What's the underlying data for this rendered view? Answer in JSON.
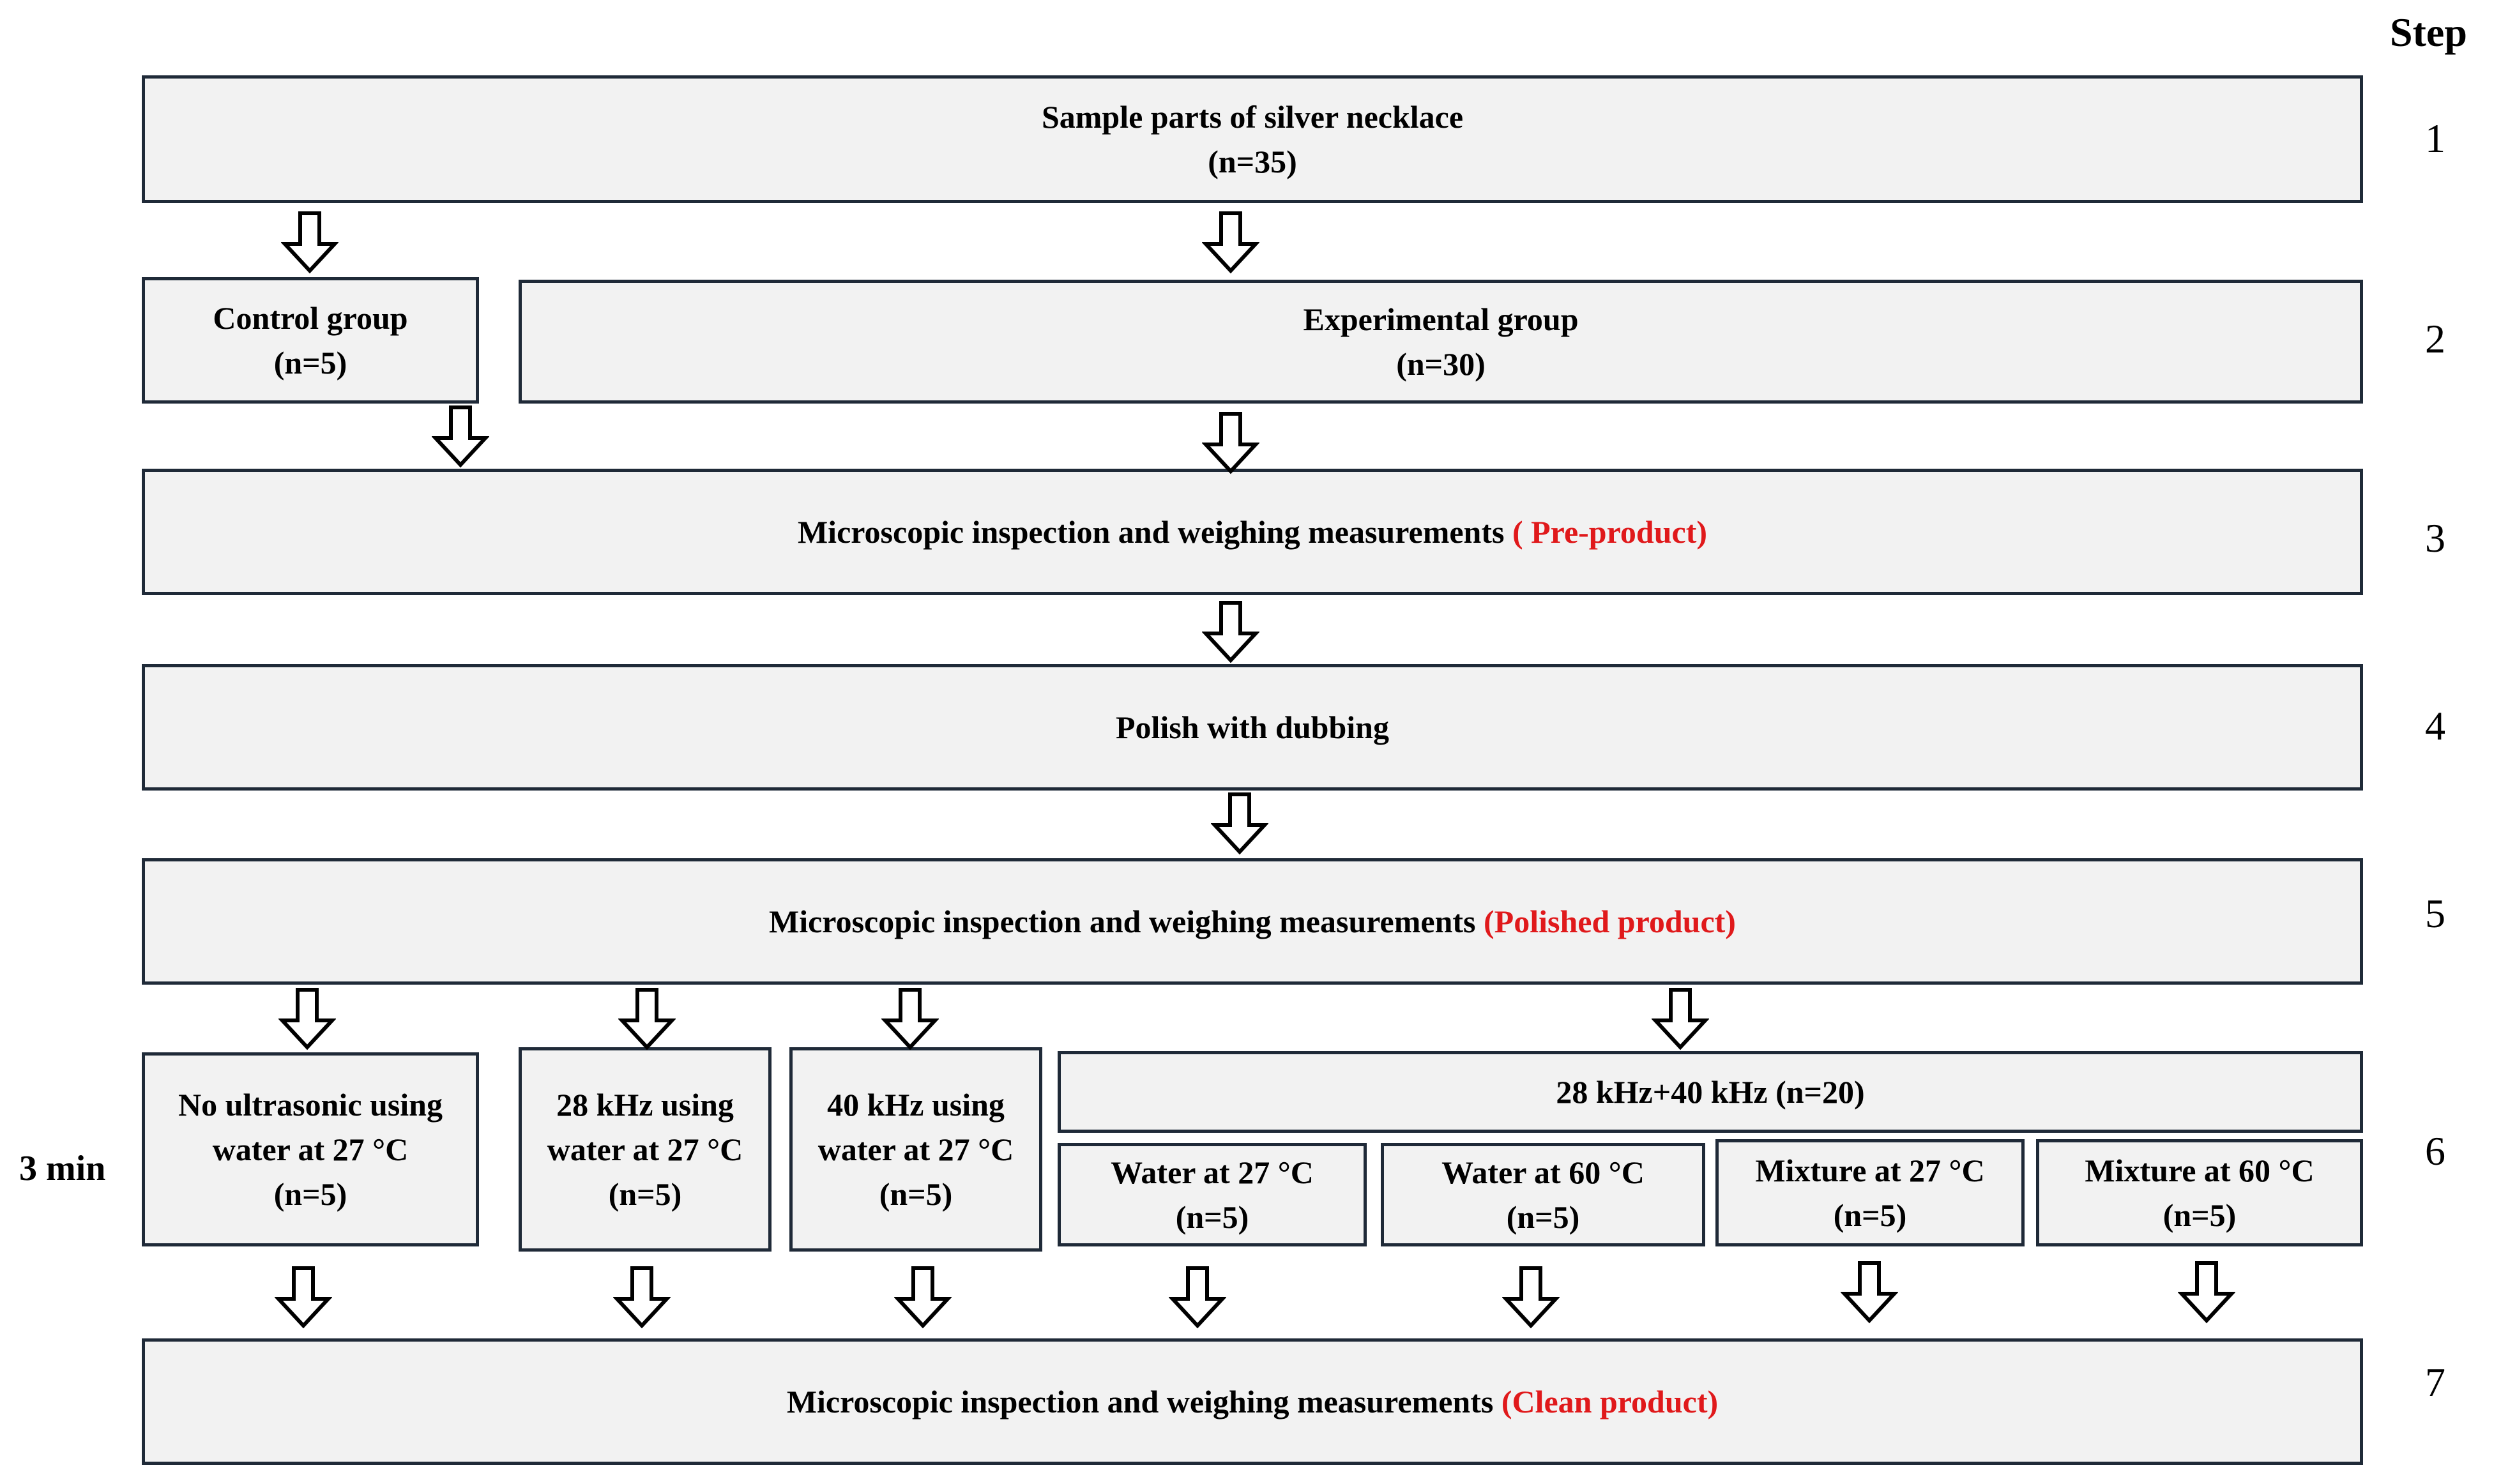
{
  "step_header": "Step",
  "time_label": "3 min",
  "steps": [
    "1",
    "2",
    "3",
    "4",
    "5",
    "6",
    "7"
  ],
  "boxes": {
    "sample": {
      "line1": "Sample parts of silver necklace",
      "line2": "(n=35)"
    },
    "control": {
      "line1": "Control group",
      "line2": "(n=5)"
    },
    "experimental": {
      "line1": "Experimental group",
      "line2": "(n=30)"
    },
    "pre": {
      "text": "Microscopic inspection and weighing measurements ",
      "highlight": "( Pre-product)"
    },
    "polish": {
      "text": "Polish with dubbing"
    },
    "polished": {
      "text": "Microscopic inspection and weighing measurements ",
      "highlight": "(Polished product)"
    },
    "no_ultrasonic": {
      "line1": "No ultrasonic using",
      "line2": "water at 27 °C",
      "line3": "(n=5)"
    },
    "khz28": {
      "line1": "28 kHz using",
      "line2": "water at 27 °C",
      "line3": "(n=5)"
    },
    "khz40": {
      "line1": "40 kHz using",
      "line2": "water at 27 °C",
      "line3": "(n=5)"
    },
    "combo": {
      "text": "28 kHz+40 kHz (n=20)"
    },
    "water27": {
      "line1": "Water at 27 °C",
      "line2": "(n=5)"
    },
    "water60": {
      "line1": "Water at 60 °C",
      "line2": "(n=5)"
    },
    "mixture27": {
      "line1": "Mixture at 27 °C",
      "line2": "(n=5)"
    },
    "mixture60": {
      "line1": "Mixture at 60 °C",
      "line2": "(n=5)"
    },
    "clean": {
      "text": "Microscopic inspection and weighing measurements ",
      "highlight": "(Clean product)"
    }
  },
  "colors": {
    "box_fill": "#f2f2f2",
    "box_border": "#1f2a38",
    "highlight": "#e0191b"
  }
}
